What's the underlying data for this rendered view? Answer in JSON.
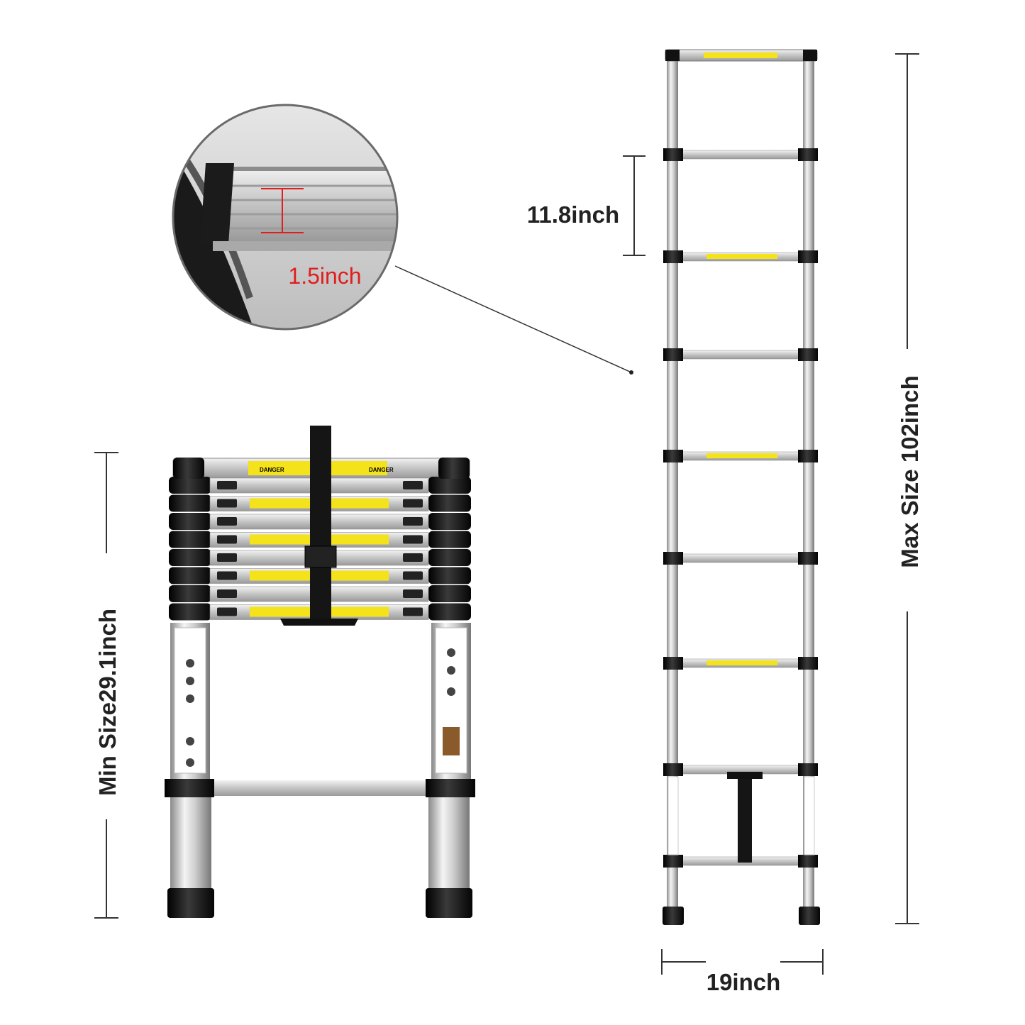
{
  "labels": {
    "rung_height": "1.5inch",
    "rung_spacing": "11.8inch",
    "min_size": "Min Size29.1inch",
    "max_size": "Max Size  102inch",
    "width": "19inch",
    "danger": "DANGER"
  },
  "colors": {
    "text": "#222222",
    "accent_red": "#e01e1e",
    "label_yellow": "#f4e31a",
    "aluminium": "#cfcfcf",
    "black_parts": "#111111"
  },
  "extended_ladder": {
    "rungs": 8
  },
  "collapsed_ladder": {
    "stacked_rungs": 8
  }
}
